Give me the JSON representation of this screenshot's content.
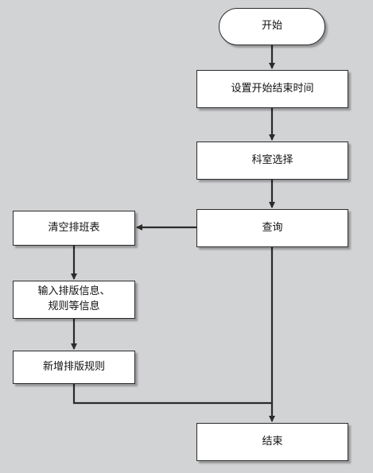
{
  "nodes": {
    "start": "开始",
    "set_time": "设置开始结束时间",
    "dept_select": "科室选择",
    "query": "查询",
    "clear_schedule": "清空排班表",
    "input_info_line1": "输入排版信息、",
    "input_info_line2": "规则等信息",
    "add_rule": "新增排版规则",
    "end": "结束"
  },
  "colors": {
    "background": "#d2d3d5",
    "node_fill": "#ffffff",
    "line": "#2b2b2b"
  }
}
